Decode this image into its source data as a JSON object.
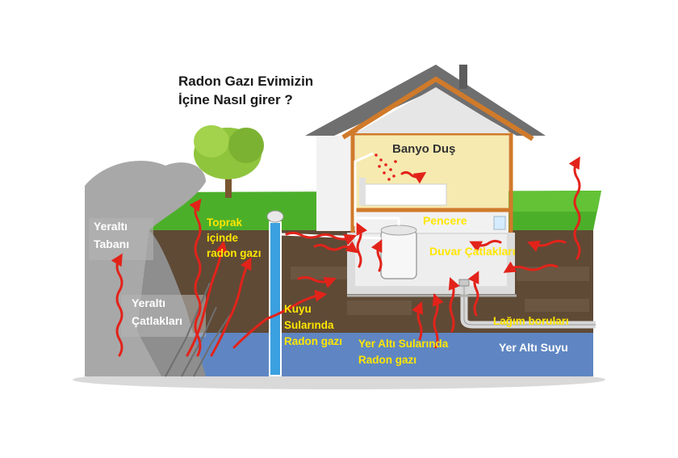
{
  "title": {
    "line1": "Radon Gazı Evimizin",
    "line2": "İçine Nasıl girer ?"
  },
  "labels": {
    "banyo": "Banyo Duş",
    "toprak": [
      "Toprak",
      "içinde",
      "radon gazı"
    ],
    "yeralti_tabani": [
      "Yeraltı",
      "Tabanı"
    ],
    "yeralti_catlaklari": [
      "Yeraltı",
      "Çatlakları"
    ],
    "kuyu": [
      "Kuyu",
      "Sularında",
      "Radon gazı"
    ],
    "pencere": "Pencere",
    "duvar": "Duvar Çatlakları",
    "yer_alti_sularinda": [
      "Yer Altı Sularında",
      "Radon gazı"
    ],
    "lagim": "Lağım boruları",
    "yer_alti_suyu": "Yer Altı Suyu"
  },
  "colors": {
    "grass": "#4caf2a",
    "soil": "#5f4a36",
    "water": "#5f86c2",
    "rock": "#a8a8a8",
    "radon_arrow": "#e2231a",
    "label_yellow": "#ffe600",
    "roof": "#6f6f6f",
    "wall": "#f2f2f2"
  }
}
